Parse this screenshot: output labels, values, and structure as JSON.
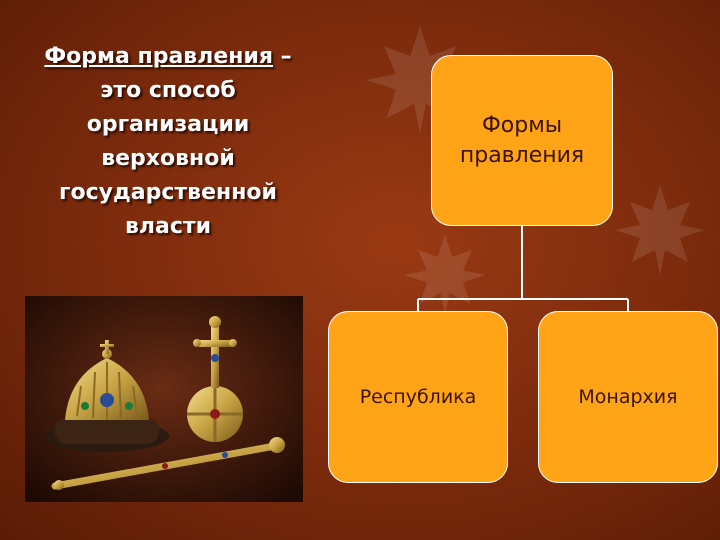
{
  "definition": {
    "term": "Форма правления",
    "dash": " –",
    "lines": [
      "это способ",
      "организации",
      "верховной",
      "государственной",
      "власти"
    ]
  },
  "diagram": {
    "root": {
      "line1": "Формы",
      "line2": "правления"
    },
    "children": [
      "Республика",
      "Монархия"
    ]
  },
  "colors": {
    "background": "#7a2a0c",
    "node_fill": "#ffa317",
    "node_border": "#ffffff",
    "connector": "#ffffff",
    "definition_text": "#ffffff"
  },
  "image": {
    "subject": "royal regalia: crown, orb and scepter"
  }
}
